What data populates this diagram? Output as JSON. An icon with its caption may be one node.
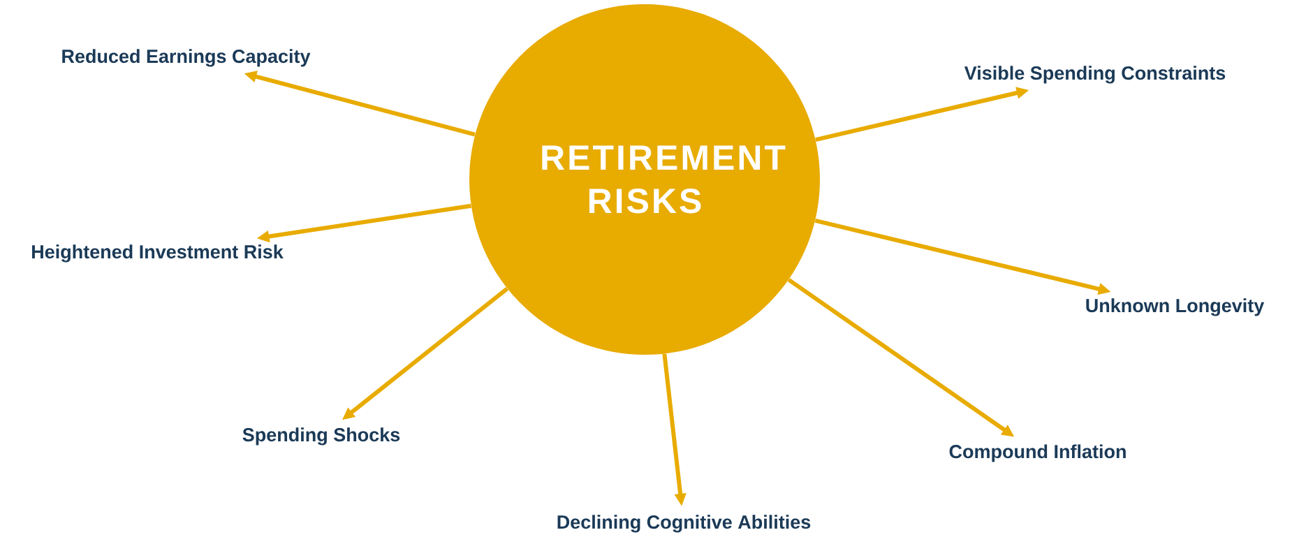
{
  "diagram": {
    "nodes": [
      {
        "text": [
          "RETIREMENT RISKS"
        ]
      },
      {
        "text": [
          "Reduced Earnings Capacity"
        ]
      },
      {
        "text": [
          "Visible Spending Constraints"
        ]
      },
      {
        "text": [
          "Heightened Investment Risk"
        ]
      },
      {
        "text": [
          "Unknown Longevity"
        ]
      },
      {
        "text": [
          "Spending Shocks"
        ]
      },
      {
        "text": [
          "Compound Inflation"
        ]
      },
      {
        "text": [
          "Declining Cognitive Abilities"
        ]
      }
    ],
    "edges": [
      {
        "from": 0,
        "to": 1,
        "arrow": "to"
      },
      {
        "from": 0,
        "to": 2,
        "arrow": "to"
      },
      {
        "from": 0,
        "to": 3,
        "arrow": "to"
      },
      {
        "from": 0,
        "to": 4,
        "arrow": "to"
      },
      {
        "from": 0,
        "to": 5,
        "arrow": "to"
      },
      {
        "from": 0,
        "to": 6,
        "arrow": "to"
      },
      {
        "from": 0,
        "to": 7,
        "arrow": "to"
      }
    ]
  }
}
